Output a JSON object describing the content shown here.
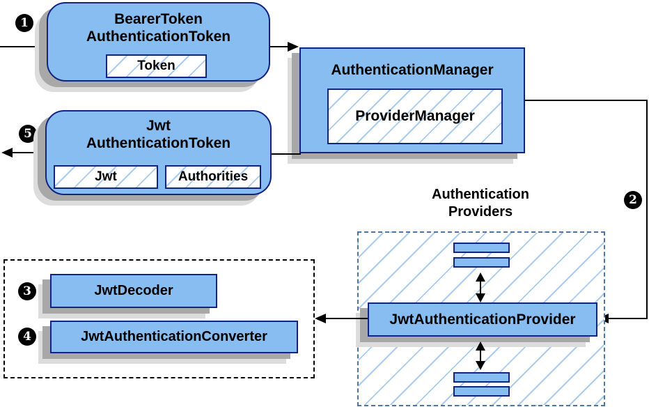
{
  "badges": {
    "s1": "1",
    "s2": "2",
    "s3": "3",
    "s4": "4",
    "s5": "5"
  },
  "bearer_token": {
    "title_line1": "BearerToken",
    "title_line2": "AuthenticationToken",
    "chip": "Token"
  },
  "auth_manager": {
    "title": "AuthenticationManager",
    "chip": "ProviderManager"
  },
  "jwt_auth_token": {
    "title_line1": "Jwt",
    "title_line2": "AuthenticationToken",
    "chip_jwt": "Jwt",
    "chip_authorities": "Authorities"
  },
  "providers": {
    "label_line1": "Authentication",
    "label_line2": "Providers",
    "provider": "JwtAuthenticationProvider"
  },
  "resolvers": {
    "decoder": "JwtDecoder",
    "converter": "JwtAuthenticationConverter"
  },
  "colors": {
    "box_fill": "#88bdf1",
    "box_border": "#112482",
    "hatch_line": "#a9cbee",
    "dashed_blue": "#4f74a6",
    "shadow_dark": "#a8a8a8",
    "shadow_light": "#dcdcdc",
    "line_color": "#000000"
  }
}
